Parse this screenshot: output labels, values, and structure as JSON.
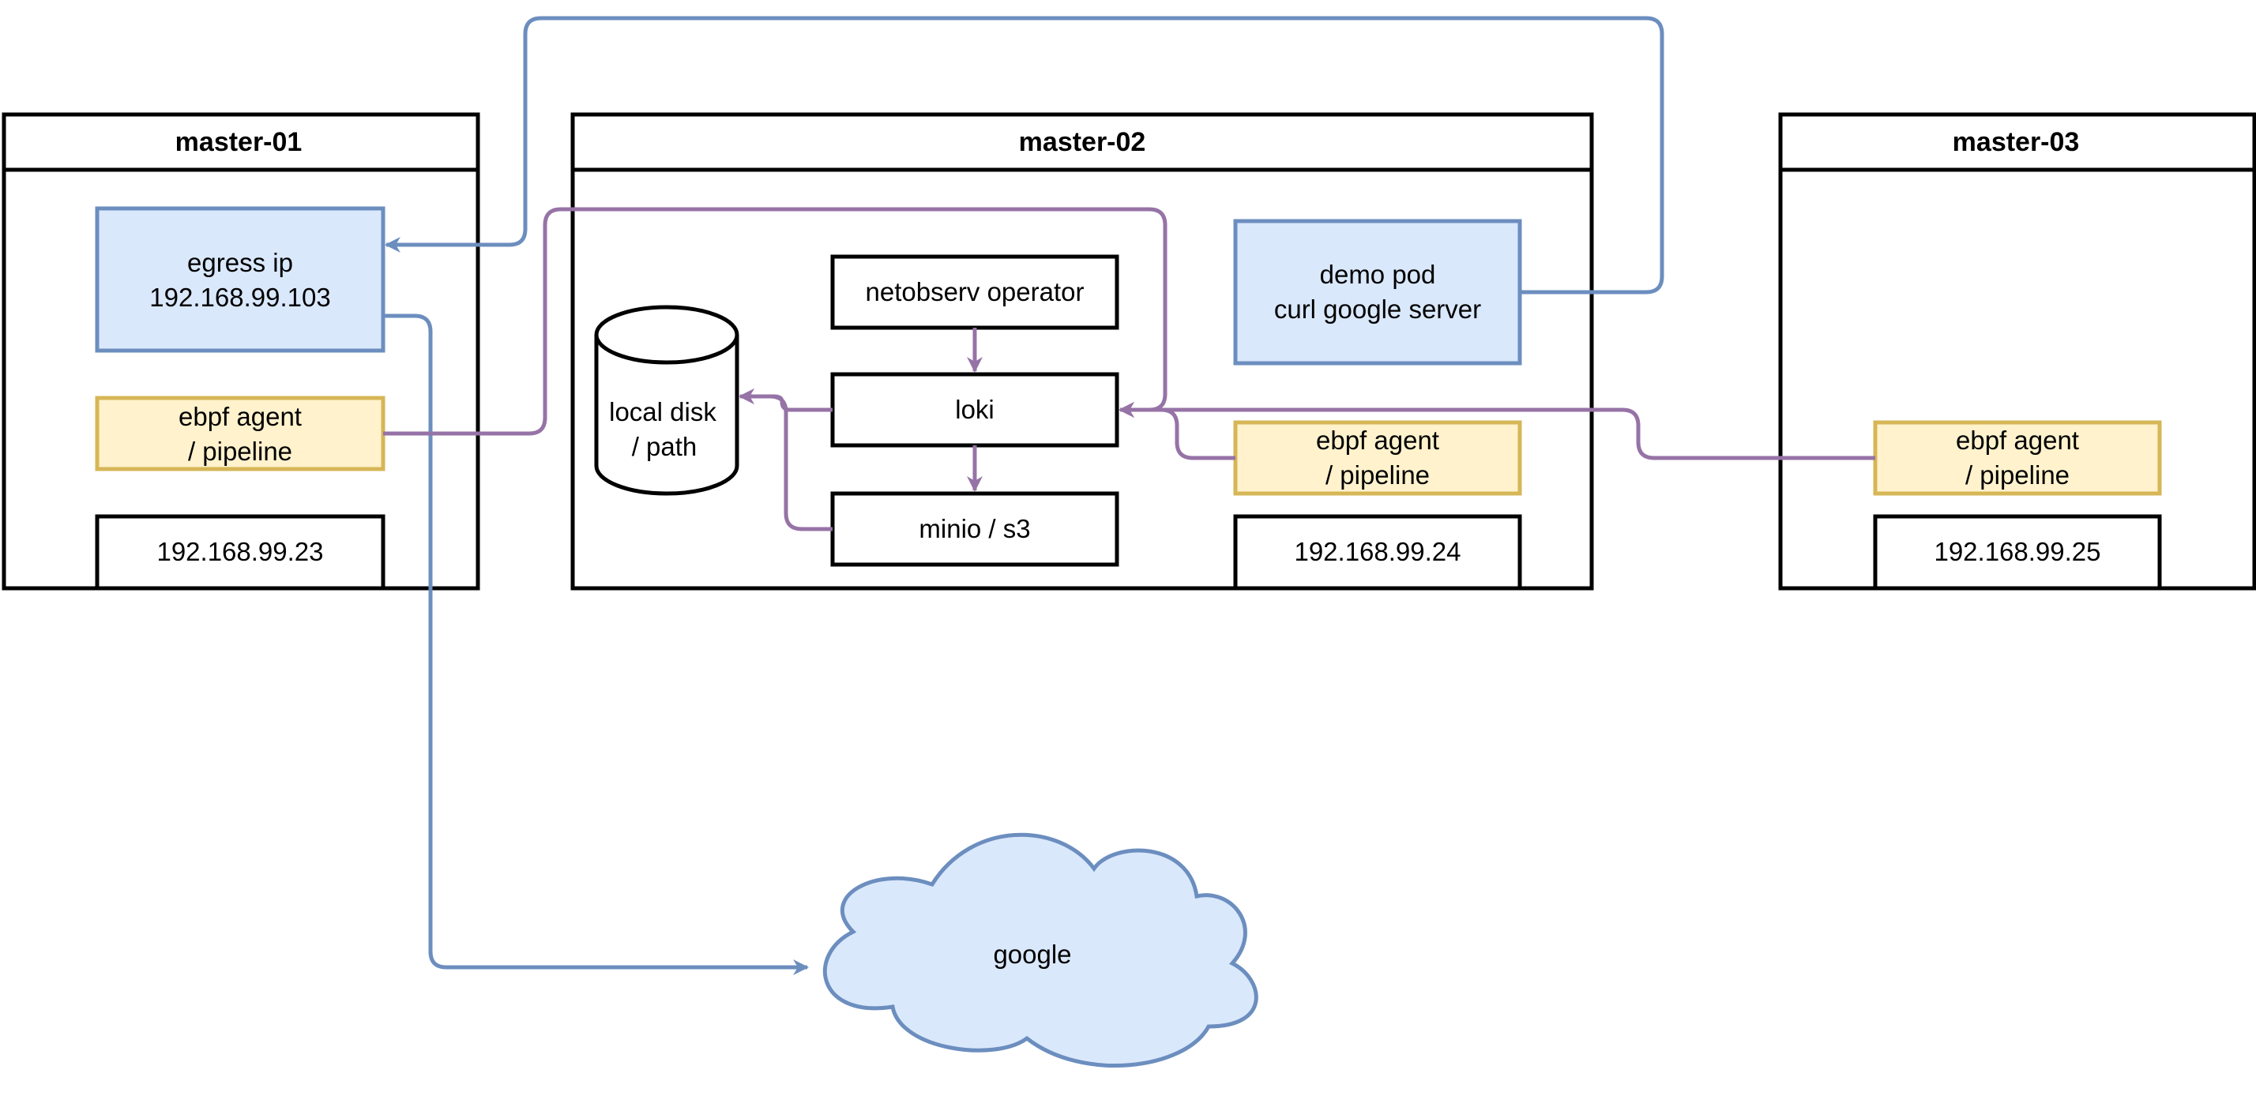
{
  "colors": {
    "blue_fill": "#dae8fc",
    "blue_stroke": "#6c8ebf",
    "yellow_fill": "#fff2cc",
    "yellow_stroke": "#d6b656",
    "purple_edge": "#9673a6",
    "black": "#000000"
  },
  "nodes": {
    "master01": {
      "title": "master-01",
      "egress": {
        "line1": "egress ip",
        "line2": "192.168.99.103"
      },
      "agent": {
        "line1": "ebpf agent",
        "line2": "/ pipeline"
      },
      "ip": "192.168.99.23"
    },
    "master02": {
      "title": "master-02",
      "operator": "netobserv operator",
      "loki": "loki",
      "minio": "minio / s3",
      "disk": {
        "line1": "local disk",
        "line2": "/ path"
      },
      "demo": {
        "line1": "demo pod",
        "line2": "curl google server"
      },
      "agent": {
        "line1": "ebpf agent",
        "line2": "/ pipeline"
      },
      "ip": "192.168.99.24"
    },
    "master03": {
      "title": "master-03",
      "agent": {
        "line1": "ebpf agent",
        "line2": "/ pipeline"
      },
      "ip": "192.168.99.25"
    },
    "google": "google"
  }
}
